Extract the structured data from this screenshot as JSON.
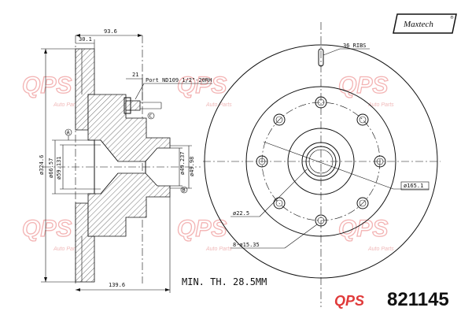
{
  "brand": {
    "name": "Maxtech"
  },
  "part_number": "821145",
  "note_min_thickness": "MIN. TH. 28.5MM",
  "note_port": "Port ND109 1/2\"-20RH",
  "note_ribs": "36 RIBS",
  "logo_text": "QPS",
  "watermark": {
    "text": "QPS",
    "subtext": "Auto Parts"
  },
  "dimensions": {
    "overall_width": "93.6",
    "hat_width": "30.1",
    "port_offset": "21",
    "outer_diameter": "ø324.6",
    "hub_diameter_1": "ø66.57",
    "hub_diameter_2": "ø59.131",
    "bearing_diameter_1": "ø49.237",
    "bearing_diameter_2": "ø49.98",
    "overall_height": "139.6",
    "pcd": "ø165.1",
    "center_bore": "ø22.5",
    "bolt_holes": "8-ø15.35"
  },
  "markers": {
    "a": "A",
    "b": "B",
    "c": "C"
  }
}
